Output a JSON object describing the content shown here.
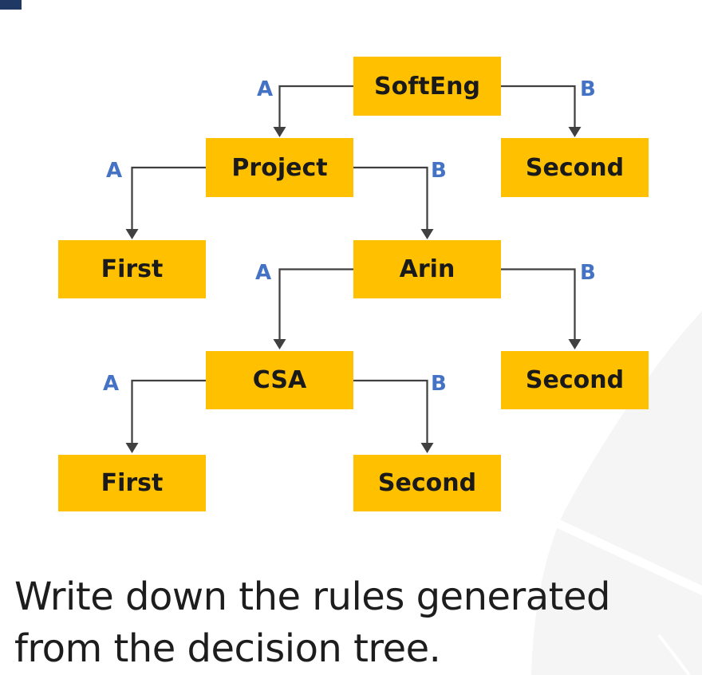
{
  "decorations": {
    "corner_bar_color": "#1F3864",
    "background_curve_color": "#F5F5F6"
  },
  "diagram": {
    "node_fill_color": "#FFC000",
    "node_text_color": "#1A1A1A",
    "connector_color": "#404040",
    "branch_label_color": "#4472C4",
    "spellcheck_underline_color": "#FF2D16",
    "nodes": [
      {
        "id": "softeng",
        "label": "SoftEng"
      },
      {
        "id": "project",
        "label": "Project"
      },
      {
        "id": "second-top",
        "label": "Second"
      },
      {
        "id": "first-mid",
        "label": "First"
      },
      {
        "id": "arin",
        "label": "Arin"
      },
      {
        "id": "csa",
        "label": "CSA"
      },
      {
        "id": "second-mid",
        "label": "Second"
      },
      {
        "id": "first-bottom",
        "label": "First"
      },
      {
        "id": "second-bottom",
        "label": "Second"
      }
    ],
    "edges": [
      {
        "from": "SoftEng",
        "to": "Project",
        "label": "A"
      },
      {
        "from": "SoftEng",
        "to": "Second",
        "label": "B"
      },
      {
        "from": "Project",
        "to": "First",
        "label": "A"
      },
      {
        "from": "Project",
        "to": "Arin",
        "label": "B"
      },
      {
        "from": "Arin",
        "to": "CSA",
        "label": "A"
      },
      {
        "from": "Arin",
        "to": "Second",
        "label": "B"
      },
      {
        "from": "CSA",
        "to": "First",
        "label": "A"
      },
      {
        "from": "CSA",
        "to": "Second",
        "label": "B"
      }
    ]
  },
  "caption": {
    "line1": "Write down the rules generated",
    "line2": "from the decision tree."
  }
}
